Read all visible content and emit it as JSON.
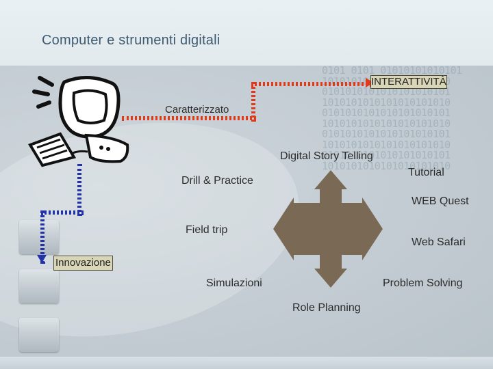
{
  "slide": {
    "title": "Computer e strumenti digitali"
  },
  "diagram": {
    "interattivita": "INTERATTIVITÀ",
    "caratterizzato": "Caratterizzato",
    "innovazione": "Innovazione",
    "items": {
      "digital_story_telling": "Digital Story Telling",
      "tutorial": "Tutorial",
      "drill_practice": "Drill & Practice",
      "web_quest": "WEB Quest",
      "field_trip": "Field trip",
      "web_safari": "Web Safari",
      "simulazioni": "Simulazioni",
      "problem_solving": "Problem Solving",
      "role_planning": "Role Planning"
    }
  },
  "colors": {
    "title": "#3f5a70",
    "arrow_red": "#e2391a",
    "arrow_blue": "#2233a8",
    "cross_arrow": "#7a6a55",
    "label_box": "#d9d5b7"
  },
  "icons": {
    "computer": "cartoon-computer-icon",
    "cross": "four-way-arrow-icon"
  }
}
